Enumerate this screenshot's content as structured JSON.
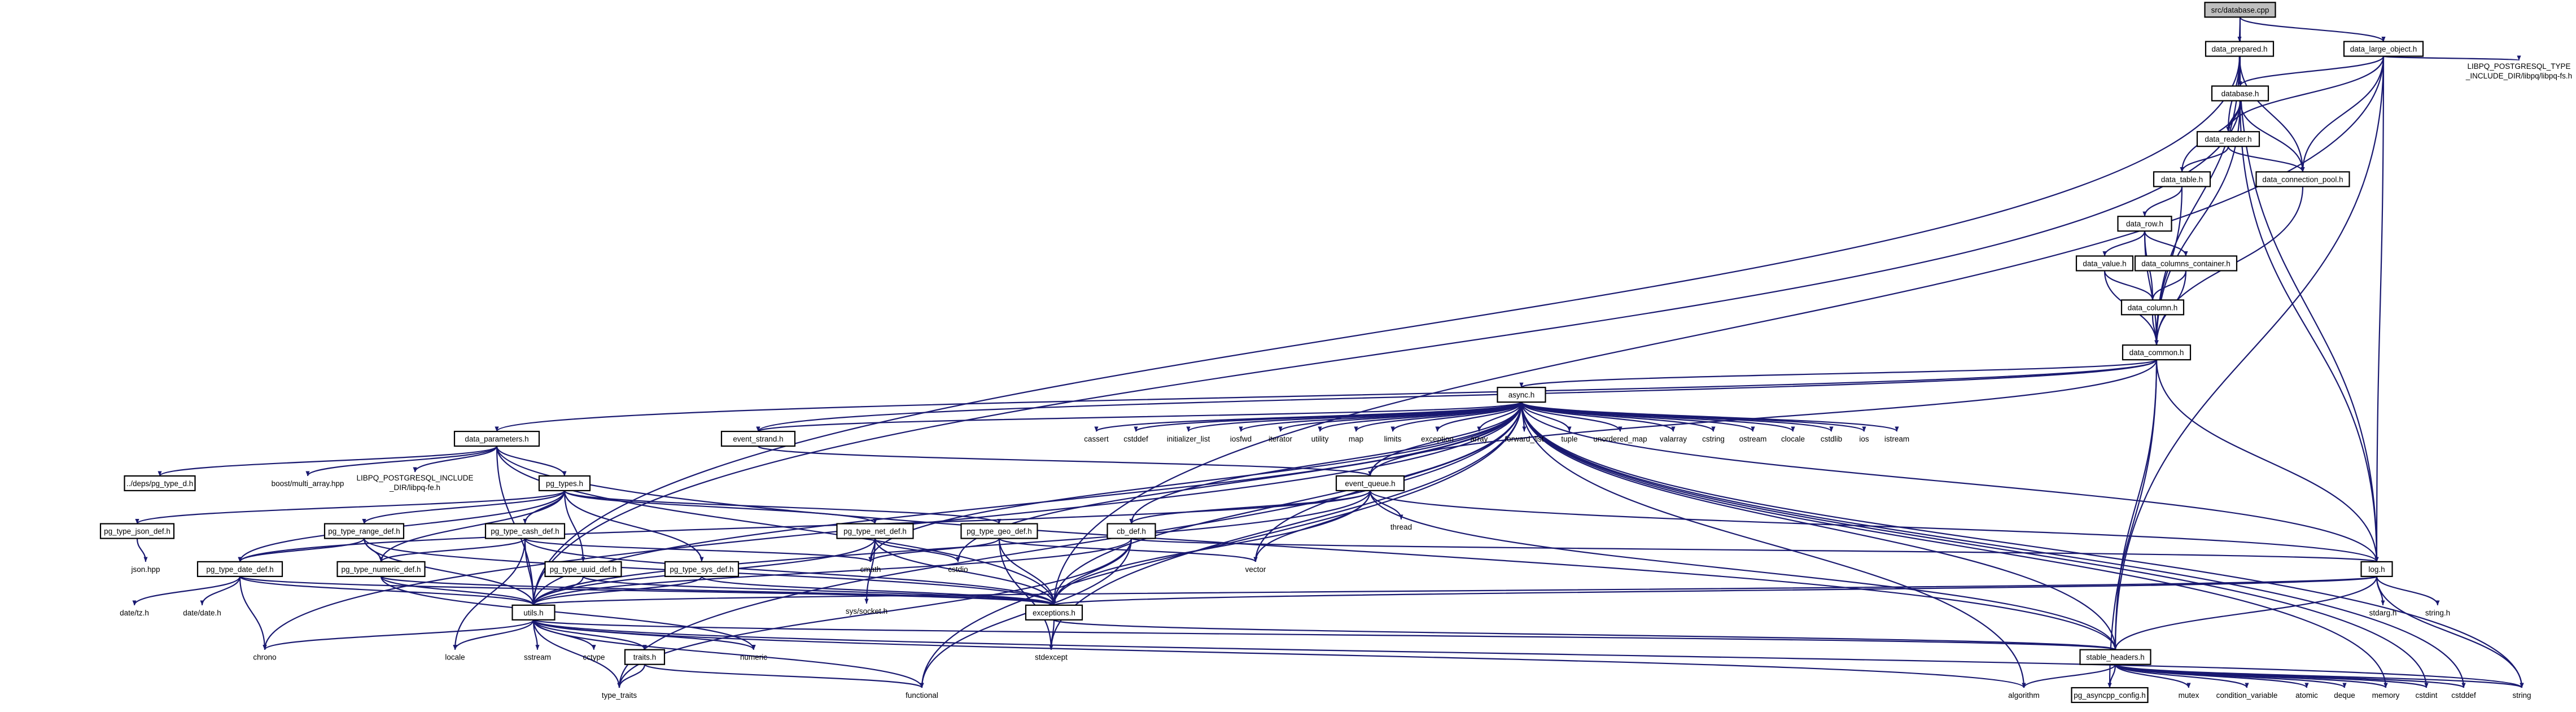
{
  "graph": {
    "root": "src/database.cpp",
    "colors": {
      "root_fill": "#bfbfbf",
      "node_fill": "#ffffff",
      "external_text": "#000000",
      "edge": "#191970",
      "background": "#ffffff"
    },
    "nodes": [
      {
        "id": "database_cpp",
        "label": "src/database.cpp",
        "root": true
      },
      {
        "id": "data_prepared_h",
        "label": "data_prepared.h"
      },
      {
        "id": "data_large_object_h",
        "label": "data_large_object.h"
      },
      {
        "id": "database_h",
        "label": "database.h"
      },
      {
        "id": "libpq_a",
        "label": "LIBPQ_POSTGRESQL_TYPE\n_INCLUDE_DIR/libpq/libpq-fs.h",
        "external": true
      },
      {
        "id": "data_reader_h",
        "label": "data_reader.h"
      },
      {
        "id": "data_table_h",
        "label": "data_table.h"
      },
      {
        "id": "data_connection_pool_h",
        "label": "data_connection_pool.h"
      },
      {
        "id": "data_row_h",
        "label": "data_row.h"
      },
      {
        "id": "data_value_h",
        "label": "data_value.h"
      },
      {
        "id": "data_columns_container_h",
        "label": "data_columns_container.h"
      },
      {
        "id": "data_column_h",
        "label": "data_column.h"
      },
      {
        "id": "data_common_h",
        "label": "data_common.h"
      },
      {
        "id": "async_h",
        "label": "async.h"
      },
      {
        "id": "data_parameters_h",
        "label": "data_parameters.h"
      },
      {
        "id": "event_strand_h",
        "label": "event_strand.h"
      },
      {
        "id": "cassert",
        "label": "cassert",
        "external": true
      },
      {
        "id": "cstddef_a",
        "label": "cstddef",
        "external": true
      },
      {
        "id": "initializer_list",
        "label": "initializer_list",
        "external": true
      },
      {
        "id": "iosfwd",
        "label": "iosfwd",
        "external": true
      },
      {
        "id": "iterator",
        "label": "iterator",
        "external": true
      },
      {
        "id": "utility",
        "label": "utility",
        "external": true
      },
      {
        "id": "map",
        "label": "map",
        "external": true
      },
      {
        "id": "limits",
        "label": "limits",
        "external": true
      },
      {
        "id": "exception",
        "label": "exception",
        "external": true
      },
      {
        "id": "array",
        "label": "array",
        "external": true
      },
      {
        "id": "forward_list",
        "label": "forward_list",
        "external": true
      },
      {
        "id": "tuple",
        "label": "tuple",
        "external": true
      },
      {
        "id": "unordered_map",
        "label": "unordered_map",
        "external": true
      },
      {
        "id": "valarray",
        "label": "valarray",
        "external": true
      },
      {
        "id": "cstring",
        "label": "cstring",
        "external": true
      },
      {
        "id": "ostream",
        "label": "ostream",
        "external": true
      },
      {
        "id": "clocale",
        "label": "clocale",
        "external": true
      },
      {
        "id": "cstdlib",
        "label": "cstdlib",
        "external": true
      },
      {
        "id": "ios",
        "label": "ios",
        "external": true
      },
      {
        "id": "istream",
        "label": "istream",
        "external": true
      },
      {
        "id": "deps_pg_type_d_h",
        "label": "../deps/pg_type_d.h"
      },
      {
        "id": "boost_multi_array",
        "label": "boost/multi_array.hpp",
        "external": true
      },
      {
        "id": "libpq_b",
        "label": "LIBPQ_POSTGRESQL_INCLUDE\n_DIR/libpq-fe.h",
        "external": true
      },
      {
        "id": "pg_types_h",
        "label": "pg_types.h"
      },
      {
        "id": "event_queue_h",
        "label": "event_queue.h"
      },
      {
        "id": "thread",
        "label": "thread",
        "external": true
      },
      {
        "id": "pg_type_json_def_h",
        "label": "pg_type_json_def.h"
      },
      {
        "id": "json_hpp",
        "label": "json.hpp",
        "external": true
      },
      {
        "id": "pg_type_range_def_h",
        "label": "pg_type_range_def.h"
      },
      {
        "id": "pg_type_cash_def_h",
        "label": "pg_type_cash_def.h"
      },
      {
        "id": "pg_type_net_def_h",
        "label": "pg_type_net_def.h"
      },
      {
        "id": "pg_type_geo_def_h",
        "label": "pg_type_geo_def.h"
      },
      {
        "id": "cb_def_h",
        "label": "cb_def.h"
      },
      {
        "id": "pg_type_date_def_h",
        "label": "pg_type_date_def.h"
      },
      {
        "id": "pg_type_numeric_def_h",
        "label": "pg_type_numeric_def.h"
      },
      {
        "id": "pg_type_uuid_def_h",
        "label": "pg_type_uuid_def.h"
      },
      {
        "id": "pg_type_sys_def_h",
        "label": "pg_type_sys_def.h"
      },
      {
        "id": "cmath",
        "label": "cmath",
        "external": true
      },
      {
        "id": "sys_socket_h",
        "label": "sys/socket.h",
        "external": true
      },
      {
        "id": "cstdio",
        "label": "cstdio",
        "external": true
      },
      {
        "id": "vector",
        "label": "vector",
        "external": true
      },
      {
        "id": "log_h",
        "label": "log.h"
      },
      {
        "id": "date_tz_h",
        "label": "date/tz.h",
        "external": true
      },
      {
        "id": "date_date_h",
        "label": "date/date.h",
        "external": true
      },
      {
        "id": "utils_h",
        "label": "utils.h"
      },
      {
        "id": "exceptions_h",
        "label": "exceptions.h"
      },
      {
        "id": "stdarg_h",
        "label": "stdarg.h",
        "external": true
      },
      {
        "id": "string_h",
        "label": "string.h",
        "external": true
      },
      {
        "id": "chrono",
        "label": "chrono",
        "external": true
      },
      {
        "id": "locale",
        "label": "locale",
        "external": true
      },
      {
        "id": "sstream",
        "label": "sstream",
        "external": true
      },
      {
        "id": "cctype",
        "label": "cctype",
        "external": true
      },
      {
        "id": "traits_h",
        "label": "traits.h"
      },
      {
        "id": "numeric",
        "label": "numeric",
        "external": true
      },
      {
        "id": "stdexcept",
        "label": "stdexcept",
        "external": true
      },
      {
        "id": "stable_headers_h",
        "label": "stable_headers.h"
      },
      {
        "id": "type_traits",
        "label": "type_traits",
        "external": true
      },
      {
        "id": "functional",
        "label": "functional",
        "external": true
      },
      {
        "id": "algorithm",
        "label": "algorithm",
        "external": true
      },
      {
        "id": "pg_asyncpp_config_h",
        "label": "pg_asyncpp_config.h"
      },
      {
        "id": "mutex",
        "label": "mutex",
        "external": true
      },
      {
        "id": "condition_variable",
        "label": "condition_variable",
        "external": true
      },
      {
        "id": "atomic",
        "label": "atomic",
        "external": true
      },
      {
        "id": "deque",
        "label": "deque",
        "external": true
      },
      {
        "id": "memory",
        "label": "memory",
        "external": true
      },
      {
        "id": "cstdint",
        "label": "cstdint",
        "external": true
      },
      {
        "id": "cstddef_b",
        "label": "cstddef",
        "external": true
      },
      {
        "id": "string",
        "label": "string",
        "external": true
      }
    ],
    "edges": [
      [
        "database_cpp",
        "data_prepared_h"
      ],
      [
        "database_cpp",
        "data_large_object_h"
      ],
      [
        "database_cpp",
        "database_h"
      ],
      [
        "data_prepared_h",
        "database_h"
      ],
      [
        "data_prepared_h",
        "data_reader_h"
      ],
      [
        "data_prepared_h",
        "data_connection_pool_h"
      ],
      [
        "data_prepared_h",
        "data_common_h"
      ],
      [
        "data_prepared_h",
        "log_h"
      ],
      [
        "data_prepared_h",
        "utils_h"
      ],
      [
        "data_large_object_h",
        "database_h"
      ],
      [
        "data_large_object_h",
        "libpq_a"
      ],
      [
        "data_large_object_h",
        "data_connection_pool_h"
      ],
      [
        "data_large_object_h",
        "log_h"
      ],
      [
        "data_large_object_h",
        "exceptions_h"
      ],
      [
        "data_large_object_h",
        "stable_headers_h"
      ],
      [
        "data_large_object_h",
        "data_reader_h"
      ],
      [
        "database_h",
        "data_reader_h"
      ],
      [
        "database_h",
        "data_table_h"
      ],
      [
        "database_h",
        "data_connection_pool_h"
      ],
      [
        "database_h",
        "data_common_h"
      ],
      [
        "database_h",
        "log_h"
      ],
      [
        "database_h",
        "utils_h"
      ],
      [
        "data_reader_h",
        "data_table_h"
      ],
      [
        "data_reader_h",
        "data_connection_pool_h"
      ],
      [
        "data_table_h",
        "data_row_h"
      ],
      [
        "data_table_h",
        "data_common_h"
      ],
      [
        "data_connection_pool_h",
        "data_common_h"
      ],
      [
        "data_row_h",
        "data_value_h"
      ],
      [
        "data_row_h",
        "data_columns_container_h"
      ],
      [
        "data_row_h",
        "data_column_h"
      ],
      [
        "data_row_h",
        "data_common_h"
      ],
      [
        "data_value_h",
        "data_column_h"
      ],
      [
        "data_value_h",
        "data_common_h"
      ],
      [
        "data_columns_container_h",
        "data_column_h"
      ],
      [
        "data_columns_container_h",
        "data_common_h"
      ],
      [
        "data_column_h",
        "data_common_h"
      ],
      [
        "data_common_h",
        "async_h"
      ],
      [
        "data_common_h",
        "data_parameters_h"
      ],
      [
        "data_common_h",
        "event_strand_h"
      ],
      [
        "data_common_h",
        "event_queue_h"
      ],
      [
        "data_common_h",
        "log_h"
      ],
      [
        "data_common_h",
        "stable_headers_h"
      ],
      [
        "data_common_h",
        "pg_asyncpp_config_h"
      ],
      [
        "async_h",
        "event_strand_h"
      ],
      [
        "async_h",
        "event_queue_h"
      ],
      [
        "async_h",
        "cb_def_h"
      ],
      [
        "async_h",
        "cassert"
      ],
      [
        "async_h",
        "cstddef_a"
      ],
      [
        "async_h",
        "initializer_list"
      ],
      [
        "async_h",
        "iosfwd"
      ],
      [
        "async_h",
        "iterator"
      ],
      [
        "async_h",
        "utility"
      ],
      [
        "async_h",
        "map"
      ],
      [
        "async_h",
        "limits"
      ],
      [
        "async_h",
        "exception"
      ],
      [
        "async_h",
        "array"
      ],
      [
        "async_h",
        "forward_list"
      ],
      [
        "async_h",
        "tuple"
      ],
      [
        "async_h",
        "unordered_map"
      ],
      [
        "async_h",
        "valarray"
      ],
      [
        "async_h",
        "cstring"
      ],
      [
        "async_h",
        "ostream"
      ],
      [
        "async_h",
        "clocale"
      ],
      [
        "async_h",
        "cstdlib"
      ],
      [
        "async_h",
        "ios"
      ],
      [
        "async_h",
        "istream"
      ],
      [
        "async_h",
        "cmath"
      ],
      [
        "async_h",
        "cstdio"
      ],
      [
        "async_h",
        "vector"
      ],
      [
        "async_h",
        "utils_h"
      ],
      [
        "async_h",
        "exceptions_h"
      ],
      [
        "async_h",
        "functional"
      ],
      [
        "async_h",
        "stdexcept"
      ],
      [
        "async_h",
        "type_traits"
      ],
      [
        "async_h",
        "memory"
      ],
      [
        "async_h",
        "cstdint"
      ],
      [
        "async_h",
        "cstddef_b"
      ],
      [
        "async_h",
        "string"
      ],
      [
        "async_h",
        "algorithm"
      ],
      [
        "async_h",
        "stable_headers_h"
      ],
      [
        "async_h",
        "log_h"
      ],
      [
        "async_h",
        "chrono"
      ],
      [
        "data_parameters_h",
        "deps_pg_type_d_h"
      ],
      [
        "data_parameters_h",
        "boost_multi_array"
      ],
      [
        "data_parameters_h",
        "libpq_b"
      ],
      [
        "data_parameters_h",
        "pg_types_h"
      ],
      [
        "data_parameters_h",
        "exceptions_h"
      ],
      [
        "data_parameters_h",
        "utils_h"
      ],
      [
        "data_parameters_h",
        "stable_headers_h"
      ],
      [
        "event_strand_h",
        "event_queue_h"
      ],
      [
        "event_queue_h",
        "thread"
      ],
      [
        "event_queue_h",
        "cb_def_h"
      ],
      [
        "event_queue_h",
        "vector"
      ],
      [
        "event_queue_h",
        "log_h"
      ],
      [
        "event_queue_h",
        "exceptions_h"
      ],
      [
        "event_queue_h",
        "utils_h"
      ],
      [
        "event_queue_h",
        "stable_headers_h"
      ],
      [
        "event_queue_h",
        "pg_type_date_def_h"
      ],
      [
        "pg_types_h",
        "pg_type_json_def_h"
      ],
      [
        "pg_types_h",
        "pg_type_range_def_h"
      ],
      [
        "pg_types_h",
        "pg_type_cash_def_h"
      ],
      [
        "pg_types_h",
        "pg_type_net_def_h"
      ],
      [
        "pg_types_h",
        "pg_type_geo_def_h"
      ],
      [
        "pg_types_h",
        "pg_type_date_def_h"
      ],
      [
        "pg_types_h",
        "pg_type_numeric_def_h"
      ],
      [
        "pg_types_h",
        "pg_type_uuid_def_h"
      ],
      [
        "pg_types_h",
        "pg_type_sys_def_h"
      ],
      [
        "pg_type_json_def_h",
        "json_hpp"
      ],
      [
        "pg_type_range_def_h",
        "pg_type_date_def_h"
      ],
      [
        "pg_type_range_def_h",
        "pg_type_numeric_def_h"
      ],
      [
        "pg_type_range_def_h",
        "exceptions_h"
      ],
      [
        "pg_type_range_def_h",
        "utils_h"
      ],
      [
        "pg_type_cash_def_h",
        "pg_type_numeric_def_h"
      ],
      [
        "pg_type_cash_def_h",
        "exceptions_h"
      ],
      [
        "pg_type_cash_def_h",
        "utils_h"
      ],
      [
        "pg_type_cash_def_h",
        "locale"
      ],
      [
        "pg_type_cash_def_h",
        "cmath"
      ],
      [
        "pg_type_net_def_h",
        "sys_socket_h"
      ],
      [
        "pg_type_net_def_h",
        "cstdio"
      ],
      [
        "pg_type_net_def_h",
        "exceptions_h"
      ],
      [
        "pg_type_net_def_h",
        "cmath"
      ],
      [
        "pg_type_net_def_h",
        "utils_h"
      ],
      [
        "pg_type_geo_def_h",
        "cmath"
      ],
      [
        "pg_type_geo_def_h",
        "exceptions_h"
      ],
      [
        "pg_type_geo_def_h",
        "vector"
      ],
      [
        "pg_type_geo_def_h",
        "stdexcept"
      ],
      [
        "cb_def_h",
        "functional"
      ],
      [
        "cb_def_h",
        "exceptions_h"
      ],
      [
        "cb_def_h",
        "utils_h"
      ],
      [
        "cb_def_h",
        "log_h"
      ],
      [
        "cb_def_h",
        "type_traits"
      ],
      [
        "pg_type_date_def_h",
        "date_tz_h"
      ],
      [
        "pg_type_date_def_h",
        "date_date_h"
      ],
      [
        "pg_type_date_def_h",
        "chrono"
      ],
      [
        "pg_type_date_def_h",
        "exceptions_h"
      ],
      [
        "pg_type_date_def_h",
        "utils_h"
      ],
      [
        "pg_type_numeric_def_h",
        "exceptions_h"
      ],
      [
        "pg_type_numeric_def_h",
        "utils_h"
      ],
      [
        "pg_type_numeric_def_h",
        "numeric"
      ],
      [
        "pg_type_uuid_def_h",
        "utils_h"
      ],
      [
        "pg_type_uuid_def_h",
        "exceptions_h"
      ],
      [
        "pg_type_sys_def_h",
        "exceptions_h"
      ],
      [
        "pg_type_sys_def_h",
        "utils_h"
      ],
      [
        "log_h",
        "stdarg_h"
      ],
      [
        "log_h",
        "string_h"
      ],
      [
        "log_h",
        "string"
      ],
      [
        "log_h",
        "utils_h"
      ],
      [
        "log_h",
        "exceptions_h"
      ],
      [
        "log_h",
        "stable_headers_h"
      ],
      [
        "utils_h",
        "chrono"
      ],
      [
        "utils_h",
        "locale"
      ],
      [
        "utils_h",
        "sstream"
      ],
      [
        "utils_h",
        "cctype"
      ],
      [
        "utils_h",
        "traits_h"
      ],
      [
        "utils_h",
        "numeric"
      ],
      [
        "utils_h",
        "type_traits"
      ],
      [
        "utils_h",
        "functional"
      ],
      [
        "utils_h",
        "algorithm"
      ],
      [
        "utils_h",
        "string"
      ],
      [
        "utils_h",
        "stable_headers_h"
      ],
      [
        "traits_h",
        "type_traits"
      ],
      [
        "traits_h",
        "functional"
      ],
      [
        "exceptions_h",
        "stdexcept"
      ],
      [
        "exceptions_h",
        "stable_headers_h"
      ],
      [
        "stable_headers_h",
        "algorithm"
      ],
      [
        "stable_headers_h",
        "pg_asyncpp_config_h"
      ],
      [
        "stable_headers_h",
        "mutex"
      ],
      [
        "stable_headers_h",
        "condition_variable"
      ],
      [
        "stable_headers_h",
        "atomic"
      ],
      [
        "stable_headers_h",
        "deque"
      ],
      [
        "stable_headers_h",
        "memory"
      ],
      [
        "stable_headers_h",
        "cstdint"
      ],
      [
        "stable_headers_h",
        "cstddef_b"
      ],
      [
        "stable_headers_h",
        "string"
      ]
    ]
  }
}
